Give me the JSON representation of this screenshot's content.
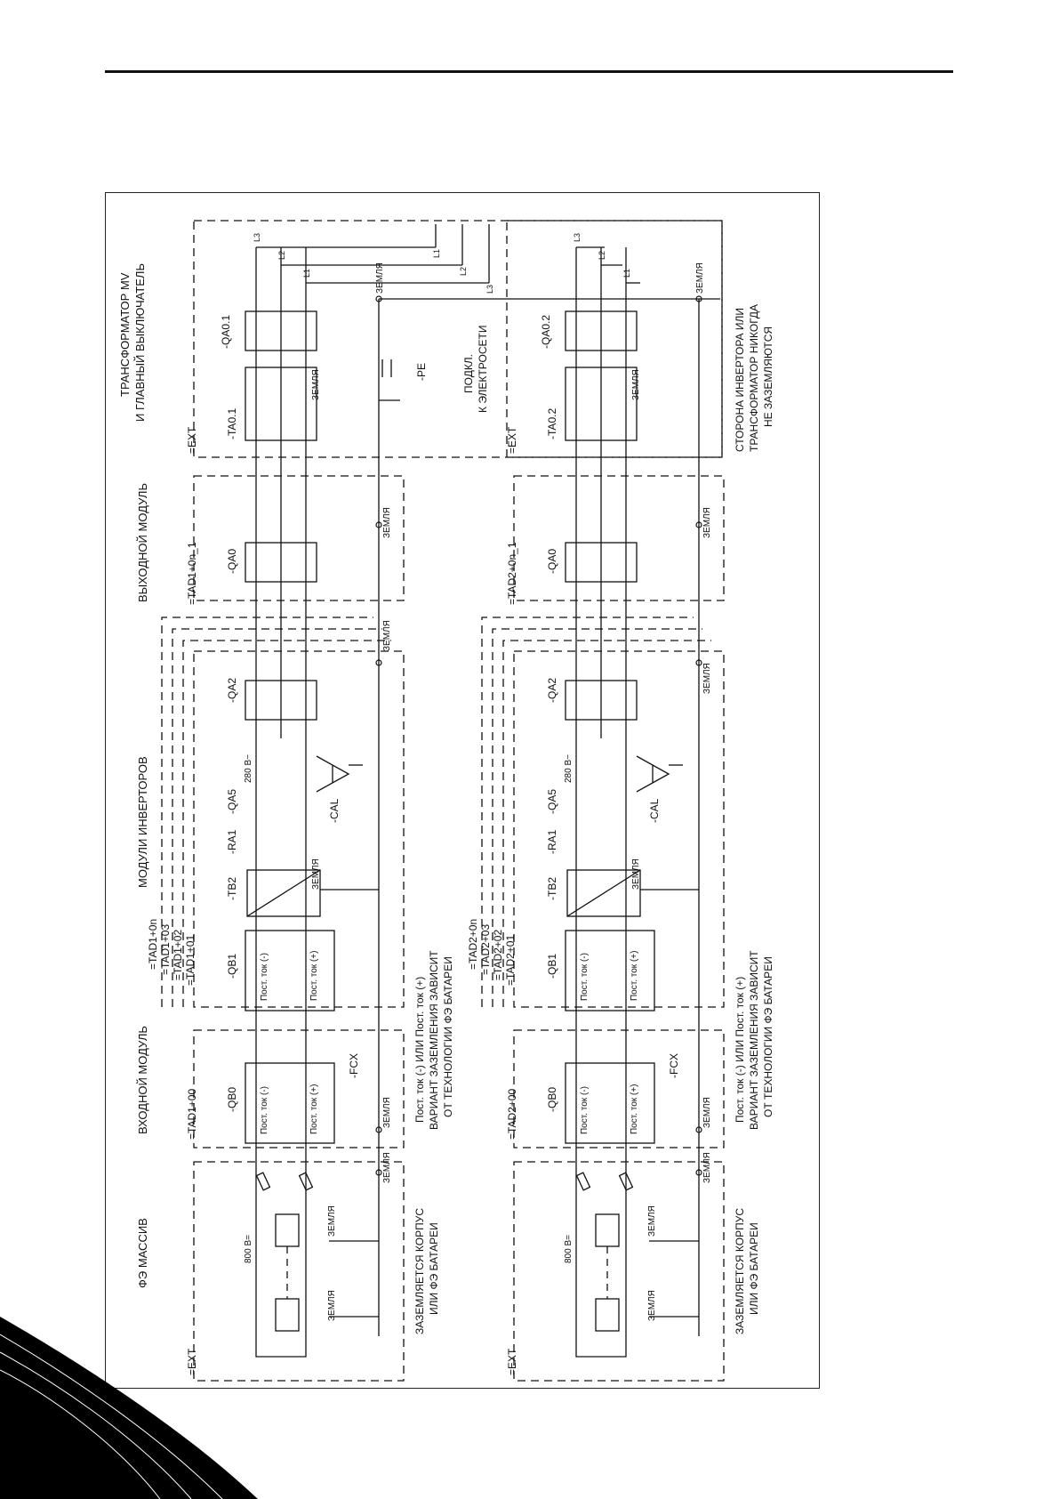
{
  "sections": {
    "pv_array": "ФЭ МАССИВ",
    "input_module": "ВХОДНОЙ МОДУЛЬ",
    "inverter_modules": "МОДУЛИ ИНВЕРТОРОВ",
    "output_module": "ВЫХОДНОЙ МОДУЛЬ",
    "transformer_l1": "ТРАНСФОРМАТОР MV",
    "transformer_l2": "И ГЛАВНЫЙ ВЫКЛЮЧАТЕЛЬ"
  },
  "groups": [
    {
      "ext": "=EXT",
      "input_tag": "=TAD1+00",
      "output_tag": "=TAD1+0n_1",
      "inverter_tags": [
        "=TAD1+0n",
        "=TAD1+03",
        "=TAD1+02",
        "=TAD1+01"
      ],
      "ext_tr": "=EXT",
      "transformer": "-TA0.1",
      "main_breaker": "-QA0.1"
    },
    {
      "ext": "=EXT",
      "input_tag": "=TAD2+00",
      "output_tag": "=TAD2+0n_1",
      "inverter_tags": [
        "=TAD2+0n",
        "=TAD2+03",
        "=TAD2+02",
        "=TAD2+01"
      ],
      "ext_tr": "=EXT",
      "transformer": "-TA0.2",
      "main_breaker": "-QA0.2"
    }
  ],
  "components": {
    "qb0": "-QB0",
    "qb1": "-QB1",
    "tb2": "-TB2",
    "ra1": "-RA1",
    "qa5": "-QA5",
    "qa2": "-QA2",
    "qa0": "-QA0",
    "cal": "-CAL",
    "fcx": "-FCX",
    "pe": "-PE"
  },
  "labels": {
    "ground": "ЗЕМЛЯ",
    "dc_minus": "Пост. ток (-)",
    "dc_plus": "Пост. ток (+)",
    "v800": "800 В=",
    "v280": "280 В~",
    "phases": [
      "L3",
      "L2",
      "L1"
    ],
    "grid_phases": [
      "L1",
      "L2",
      "L3"
    ],
    "grid_l1": "ПОДКЛ.",
    "grid_l2": "К ЭЛЕКТРОСЕТИ",
    "pv_note_l1": "ЗАЗЕМЛЯЕТСЯ КОРПУС",
    "pv_note_l2": "ИЛИ ФЭ БАТАРЕИ",
    "in_note_l1": "Пост. ток (-) ИЛИ Пост. ток (+)",
    "in_note_l2": "ВАРИАНТ ЗАЗЕМЛЕНИЯ ЗАВИСИТ",
    "in_note_l3": "ОТ ТЕХНОЛОГИИ ФЭ БАТАРЕИ",
    "tr_note_l1": "СТОРОНА ИНВЕРТОРА ИЛИ",
    "tr_note_l2": "ТРАНСФОРМАТОР НИКОГДА",
    "tr_note_l3": "НЕ ЗАЗЕМЛЯЮТСЯ"
  }
}
